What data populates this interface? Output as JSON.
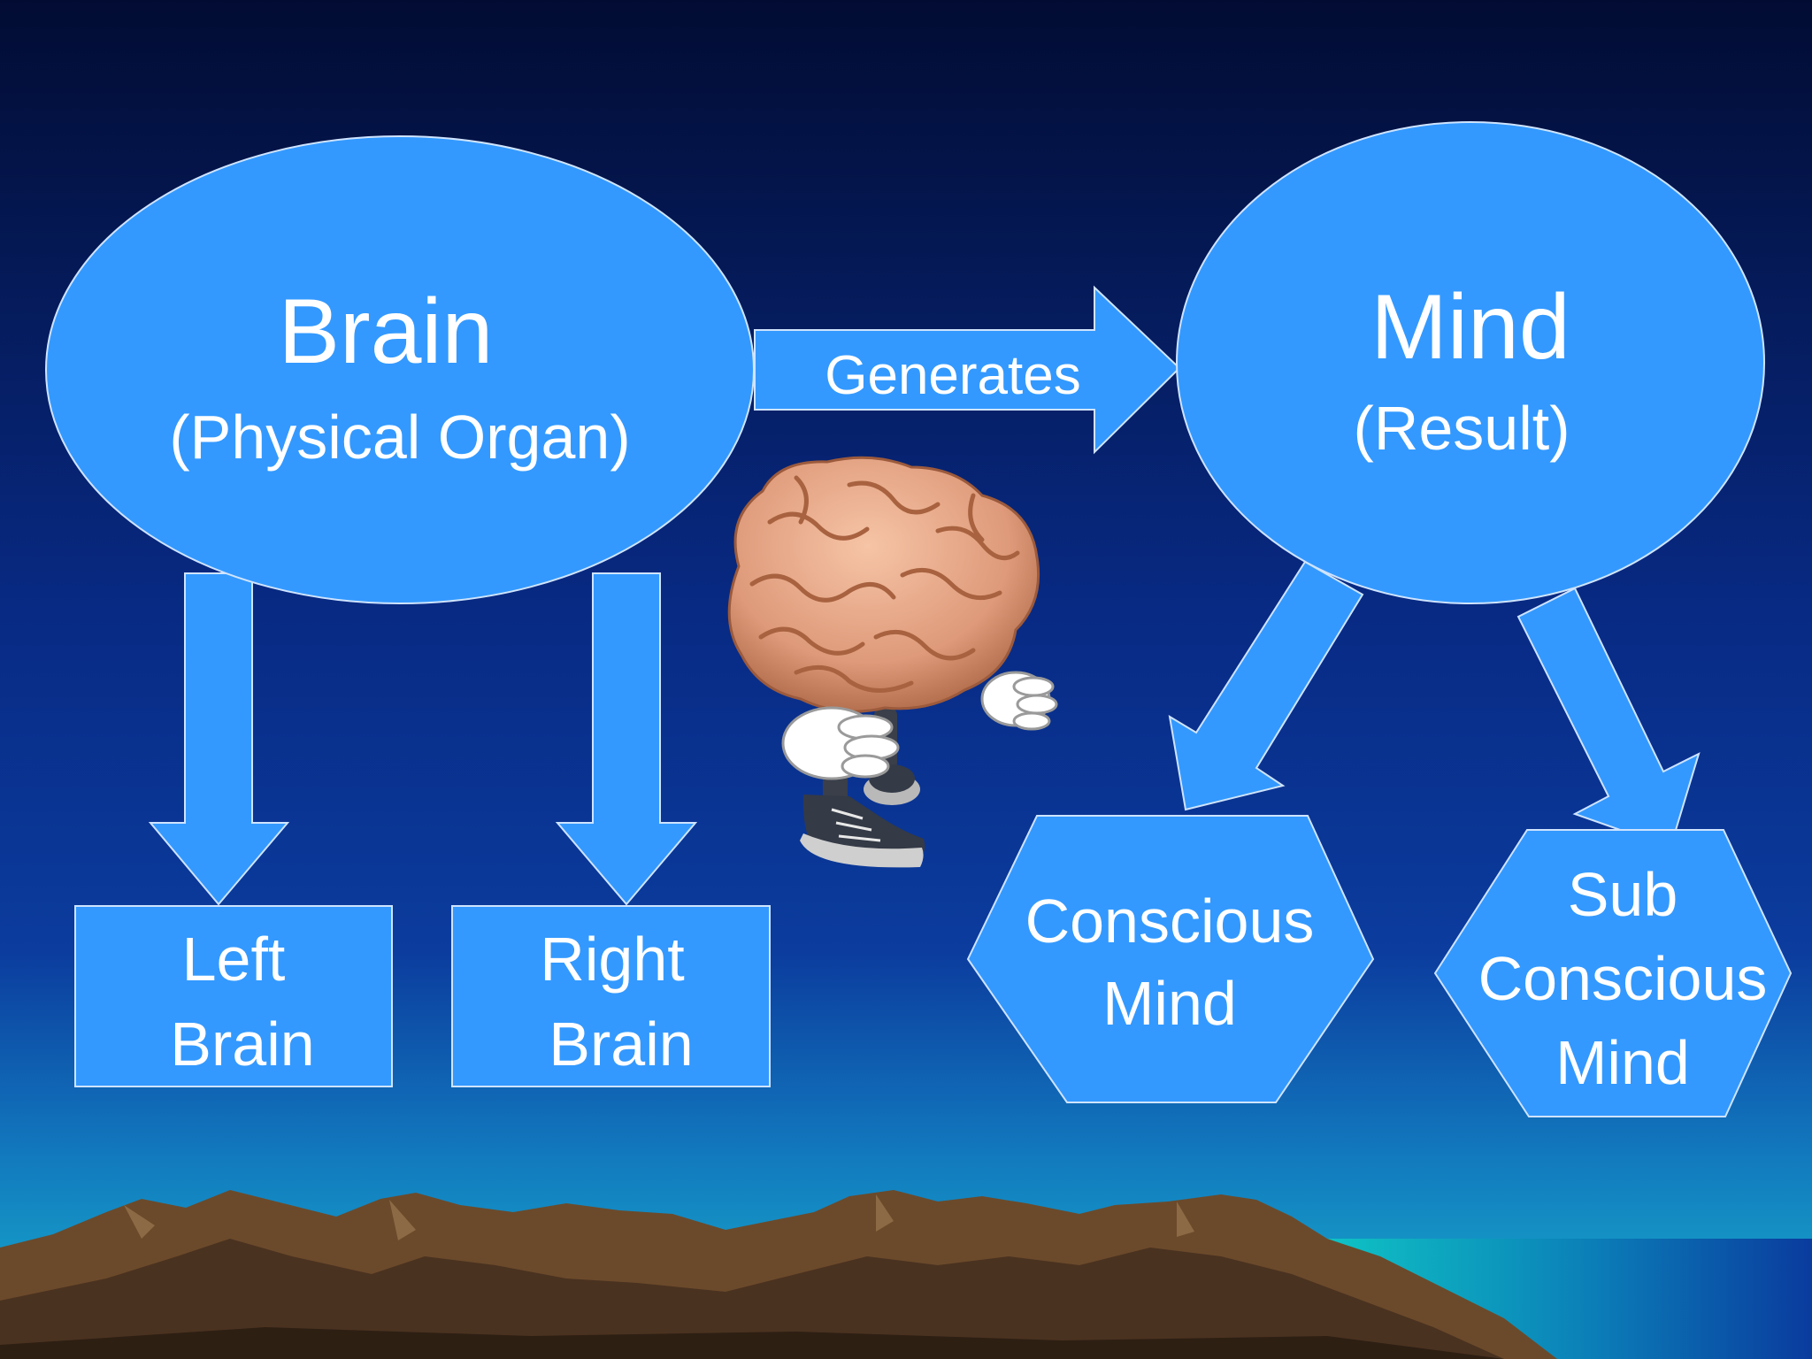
{
  "diagram": {
    "brain": {
      "title": "Brain",
      "subtitle": "(Physical Organ)"
    },
    "arrow_label": "Generates",
    "mind": {
      "title": "Mind",
      "subtitle": "(Result)"
    },
    "left_brain": {
      "line1": "Left",
      "line2": "Brain"
    },
    "right_brain": {
      "line1": "Right",
      "line2": "Brain"
    },
    "conscious_mind": {
      "line1": "Conscious",
      "line2": "Mind"
    },
    "sub_conscious_mind": {
      "line1": "Sub",
      "line2": "Conscious",
      "line3": "Mind"
    }
  },
  "colors": {
    "shape_fill": "#3399FF",
    "shape_stroke": "#CFE4FF",
    "text": "#FFFFFF",
    "sky_top": "#020F3A",
    "sky_mid": "#0A2F8C",
    "sky_bottom": "#14A9C9",
    "mountain": "#6B4A2B",
    "sea": "#13C7C5"
  },
  "icons": {
    "character": "cartoon-brain-character-icon"
  }
}
